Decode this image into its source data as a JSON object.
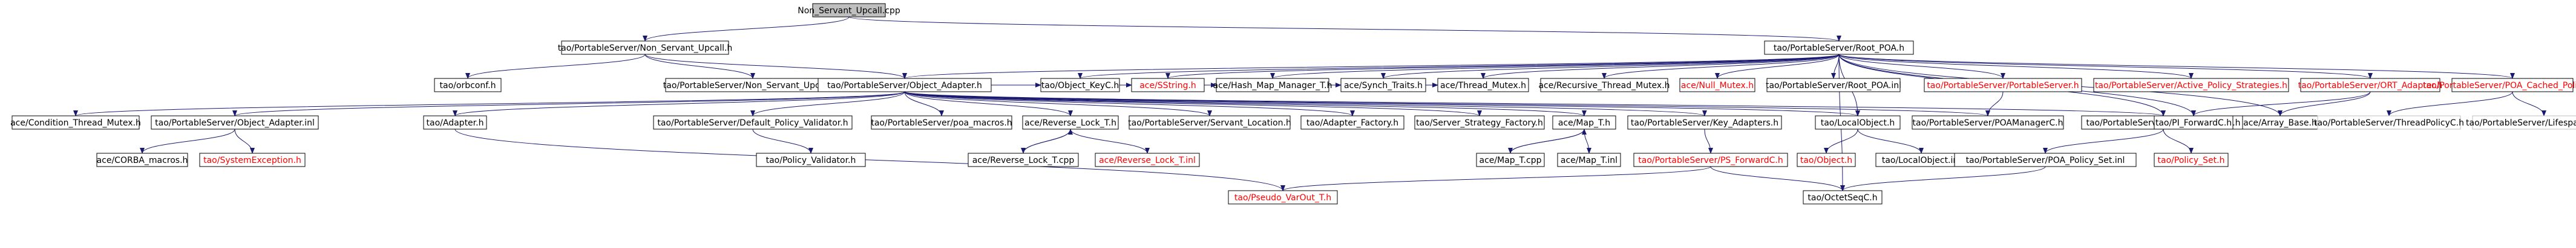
{
  "colors": {
    "edge": "#191970",
    "root_fill": "#bfbfbf",
    "missing_text": "#ff0000",
    "border": "#000000",
    "ghost_border": "#bfbfbf"
  },
  "nodes": [
    {
      "id": "root",
      "label": "Non_Servant_Upcall.cpp",
      "style": "root"
    },
    {
      "id": "nsu_h",
      "label": "tao/PortableServer/Non_Servant_Upcall.h",
      "style": "normal"
    },
    {
      "id": "root_poa_h",
      "label": "tao/PortableServer/Root_POA.h",
      "style": "normal"
    },
    {
      "id": "orbconf",
      "label": "tao/orbconf.h",
      "style": "normal"
    },
    {
      "id": "nsu_inl",
      "label": "tao/PortableServer/Non_Servant_Upcall.inl",
      "style": "normal"
    },
    {
      "id": "oa_h",
      "label": "tao/PortableServer/Object_Adapter.h",
      "style": "normal"
    },
    {
      "id": "objkey",
      "label": "tao/Object_KeyC.h",
      "style": "normal"
    },
    {
      "id": "sstring",
      "label": "ace/SString.h",
      "style": "red"
    },
    {
      "id": "hashmap",
      "label": "ace/Hash_Map_Manager_T.h",
      "style": "normal"
    },
    {
      "id": "synch",
      "label": "ace/Synch_Traits.h",
      "style": "normal"
    },
    {
      "id": "thrmutex",
      "label": "ace/Thread_Mutex.h",
      "style": "normal"
    },
    {
      "id": "rtmutex",
      "label": "ace/Recursive_Thread_Mutex.h",
      "style": "normal"
    },
    {
      "id": "nullmutex",
      "label": "ace/Null_Mutex.h",
      "style": "red"
    },
    {
      "id": "rootpoa_inl",
      "label": "tao/PortableServer/Root_POA.inl",
      "style": "normal"
    },
    {
      "id": "psserver",
      "label": "tao/PortableServer/PortableServer.h",
      "style": "red"
    },
    {
      "id": "aps",
      "label": "tao/PortableServer/Active_Policy_Strategies.h",
      "style": "red"
    },
    {
      "id": "ortadapter",
      "label": "tao/PortableServer/ORT_Adapter.h",
      "style": "red"
    },
    {
      "id": "poacached",
      "label": "tao/PortableServer/POA_Cached_Policies.h",
      "style": "red"
    },
    {
      "id": "condmutex",
      "label": "ace/Condition_Thread_Mutex.h",
      "style": "normal"
    },
    {
      "id": "oa_inl",
      "label": "tao/PortableServer/Object_Adapter.inl",
      "style": "normal"
    },
    {
      "id": "adapter_h",
      "label": "tao/Adapter.h",
      "style": "normal"
    },
    {
      "id": "dpv",
      "label": "tao/PortableServer/Default_Policy_Validator.h",
      "style": "normal"
    },
    {
      "id": "poamacros",
      "label": "tao/PortableServer/poa_macros.h",
      "style": "normal"
    },
    {
      "id": "revlock",
      "label": "ace/Reverse_Lock_T.h",
      "style": "normal"
    },
    {
      "id": "servloc",
      "label": "tao/PortableServer/Servant_Location.h",
      "style": "normal"
    },
    {
      "id": "adfactory",
      "label": "tao/Adapter_Factory.h",
      "style": "normal"
    },
    {
      "id": "ssfactory",
      "label": "tao/Server_Strategy_Factory.h",
      "style": "normal"
    },
    {
      "id": "mapt",
      "label": "ace/Map_T.h",
      "style": "normal"
    },
    {
      "id": "keyadapters",
      "label": "tao/PortableServer/Key_Adapters.h",
      "style": "normal"
    },
    {
      "id": "localobj",
      "label": "tao/LocalObject.h",
      "style": "normal"
    },
    {
      "id": "poamgr",
      "label": "tao/PortableServer/POAManagerC.h",
      "style": "normal"
    },
    {
      "id": "poapolicyset",
      "label": "tao/PortableServer/POA_Policy_Set.h",
      "style": "normal"
    },
    {
      "id": "piforward",
      "label": "tao/PI_ForwardC.h",
      "style": "normal"
    },
    {
      "id": "arraybase",
      "label": "ace/Array_Base.h",
      "style": "normal"
    },
    {
      "id": "threadpolicy",
      "label": "tao/PortableServer/ThreadPolicyC.h",
      "style": "ghost"
    },
    {
      "id": "lifespan",
      "label": "tao/PortableServer/LifespanPolicyC.h",
      "style": "ghost"
    },
    {
      "id": "corbamacros",
      "label": "ace/CORBA_macros.h",
      "style": "normal"
    },
    {
      "id": "sysexc",
      "label": "tao/SystemException.h",
      "style": "red"
    },
    {
      "id": "policyval",
      "label": "tao/Policy_Validator.h",
      "style": "normal"
    },
    {
      "id": "revlock_cpp",
      "label": "ace/Reverse_Lock_T.cpp",
      "style": "normal"
    },
    {
      "id": "revlock_inl",
      "label": "ace/Reverse_Lock_T.inl",
      "style": "red"
    },
    {
      "id": "mapt_cpp",
      "label": "ace/Map_T.cpp",
      "style": "normal"
    },
    {
      "id": "mapt_inl",
      "label": "ace/Map_T.inl",
      "style": "normal"
    },
    {
      "id": "psforward",
      "label": "tao/PortableServer/PS_ForwardC.h",
      "style": "red"
    },
    {
      "id": "objecth",
      "label": "tao/Object.h",
      "style": "red"
    },
    {
      "id": "localobj_inl",
      "label": "tao/LocalObject.inl",
      "style": "normal"
    },
    {
      "id": "poapolicyset_inl",
      "label": "tao/PortableServer/POA_Policy_Set.inl",
      "style": "normal"
    },
    {
      "id": "policyset",
      "label": "tao/Policy_Set.h",
      "style": "red"
    },
    {
      "id": "pseudovar",
      "label": "tao/Pseudo_VarOut_T.h",
      "style": "red"
    },
    {
      "id": "octetseq",
      "label": "tao/OctetSeqC.h",
      "style": "normal"
    }
  ],
  "edges": [
    [
      "root",
      "nsu_h"
    ],
    [
      "root",
      "root_poa_h"
    ],
    [
      "nsu_h",
      "orbconf"
    ],
    [
      "nsu_h",
      "nsu_inl"
    ],
    [
      "nsu_h",
      "oa_h"
    ],
    [
      "root_poa_h",
      "oa_h"
    ],
    [
      "root_poa_h",
      "objkey"
    ],
    [
      "root_poa_h",
      "sstring"
    ],
    [
      "root_poa_h",
      "hashmap"
    ],
    [
      "root_poa_h",
      "synch"
    ],
    [
      "root_poa_h",
      "thrmutex"
    ],
    [
      "root_poa_h",
      "rtmutex"
    ],
    [
      "root_poa_h",
      "nullmutex"
    ],
    [
      "root_poa_h",
      "rootpoa_inl"
    ],
    [
      "root_poa_h",
      "psserver"
    ],
    [
      "root_poa_h",
      "aps"
    ],
    [
      "root_poa_h",
      "ortadapter"
    ],
    [
      "root_poa_h",
      "poacached"
    ],
    [
      "root_poa_h",
      "poapolicyset"
    ],
    [
      "root_poa_h",
      "localobj"
    ],
    [
      "root_poa_h",
      "piforward"
    ],
    [
      "root_poa_h",
      "arraybase"
    ],
    [
      "root_poa_h",
      "octetseq"
    ],
    [
      "oa_h",
      "condmutex"
    ],
    [
      "oa_h",
      "oa_inl"
    ],
    [
      "oa_h",
      "adapter_h"
    ],
    [
      "oa_h",
      "dpv"
    ],
    [
      "oa_h",
      "poamacros"
    ],
    [
      "oa_h",
      "revlock"
    ],
    [
      "oa_h",
      "servloc"
    ],
    [
      "oa_h",
      "adfactory"
    ],
    [
      "oa_h",
      "ssfactory"
    ],
    [
      "oa_h",
      "mapt"
    ],
    [
      "oa_h",
      "keyadapters"
    ],
    [
      "oa_h",
      "localobj"
    ],
    [
      "oa_h",
      "poamgr"
    ],
    [
      "oa_h",
      "poapolicyset"
    ],
    [
      "oa_h",
      "objkey"
    ],
    [
      "oa_h",
      "sstring"
    ],
    [
      "oa_h",
      "hashmap"
    ],
    [
      "oa_h",
      "synch"
    ],
    [
      "oa_h",
      "thrmutex"
    ],
    [
      "oa_inl",
      "corbamacros"
    ],
    [
      "oa_inl",
      "sysexc"
    ],
    [
      "adapter_h",
      "pseudovar"
    ],
    [
      "dpv",
      "policyval"
    ],
    [
      "revlock",
      "revlock_cpp"
    ],
    [
      "revlock",
      "revlock_inl"
    ],
    [
      "revlock_cpp",
      "revlock"
    ],
    [
      "mapt",
      "mapt_cpp"
    ],
    [
      "mapt",
      "mapt_inl"
    ],
    [
      "mapt_cpp",
      "mapt"
    ],
    [
      "keyadapters",
      "psforward"
    ],
    [
      "psforward",
      "pseudovar"
    ],
    [
      "psforward",
      "octetseq"
    ],
    [
      "localobj",
      "objecth"
    ],
    [
      "localobj",
      "localobj_inl"
    ],
    [
      "psserver",
      "poamgr"
    ],
    [
      "poapolicyset",
      "poapolicyset_inl"
    ],
    [
      "poapolicyset",
      "policyset"
    ],
    [
      "poapolicyset_inl",
      "octetseq"
    ],
    [
      "ortadapter",
      "piforward"
    ],
    [
      "ortadapter",
      "arraybase"
    ],
    [
      "poacached",
      "threadpolicy"
    ],
    [
      "poacached",
      "lifespan"
    ]
  ]
}
